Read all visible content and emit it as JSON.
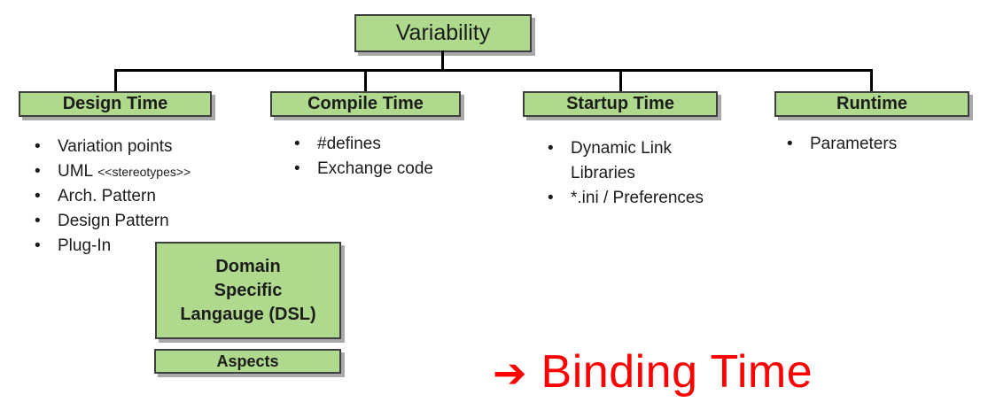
{
  "diagram": {
    "root": "Variability",
    "branches": [
      {
        "header": "Design Time",
        "items": [
          {
            "text": "Variation points"
          },
          {
            "text": "UML",
            "note": "<<stereotypes>>"
          },
          {
            "text": "Arch. Pattern"
          },
          {
            "text": "Design Pattern"
          },
          {
            "text": "Plug-In"
          }
        ]
      },
      {
        "header": "Compile Time",
        "items": [
          {
            "text": "#defines"
          },
          {
            "text": "Exchange code"
          }
        ]
      },
      {
        "header": "Startup Time",
        "items": [
          {
            "text": "Dynamic Link Libraries"
          },
          {
            "text": "*.ini / Preferences"
          }
        ]
      },
      {
        "header": "Runtime",
        "items": [
          {
            "text": "Parameters"
          }
        ]
      }
    ],
    "dsl_box_label": "Domain\nSpecific\nLangauge (DSL)",
    "aspects_box_label": "Aspects"
  },
  "annotation": {
    "arrow_icon": "right-arrow",
    "arrow_glyph": "➔",
    "label": "Binding Time",
    "color": "#ff0000"
  },
  "colors": {
    "box_fill": "#afd98c",
    "box_border": "#3f3f3f",
    "box_shadow": "#a9a9a9",
    "connector": "#000000",
    "background": "#ffffff"
  }
}
